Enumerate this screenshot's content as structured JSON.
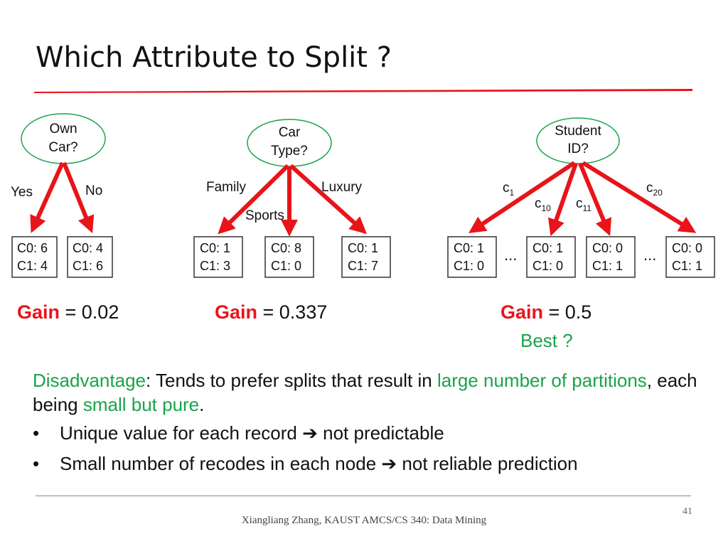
{
  "slide": {
    "title": "Which Attribute to Split ?",
    "page_number": "41",
    "footer": "Xiangliang Zhang, KAUST AMCS/CS 340: Data Mining"
  },
  "colors": {
    "accent_red": "#e8141a",
    "highlight_green": "#1aa34a",
    "node_border": "#1aa34a",
    "arrow_red": "#e8141a"
  },
  "trees": {
    "own_car": {
      "root": [
        "Own",
        "Car?"
      ],
      "branches": [
        "Yes",
        "No"
      ],
      "leaves": [
        {
          "c0": "C0: 6",
          "c1": "C1: 4"
        },
        {
          "c0": "C0: 4",
          "c1": "C1: 6"
        }
      ],
      "gain_label": "Gain",
      "gain_value": " = 0.02"
    },
    "car_type": {
      "root": [
        "Car",
        "Type?"
      ],
      "branches": [
        "Family",
        "Sports",
        "Luxury"
      ],
      "leaves": [
        {
          "c0": "C0: 1",
          "c1": "C1: 3"
        },
        {
          "c0": "C0: 8",
          "c1": "C1: 0"
        },
        {
          "c0": "C0: 1",
          "c1": "C1: 7"
        }
      ],
      "gain_label": "Gain",
      "gain_value": " = 0.337"
    },
    "student_id": {
      "root": [
        "Student",
        "ID?"
      ],
      "branches": [
        {
          "base": "c",
          "sub": "1"
        },
        {
          "base": "c",
          "sub": "10"
        },
        {
          "base": "c",
          "sub": "11"
        },
        {
          "base": "c",
          "sub": "20"
        }
      ],
      "leaves": [
        {
          "c0": "C0: 1",
          "c1": "C1: 0"
        },
        {
          "c0": "C0: 1",
          "c1": "C1: 0"
        },
        {
          "c0": "C0: 0",
          "c1": "C1: 1"
        },
        {
          "c0": "C0: 0",
          "c1": "C1: 1"
        }
      ],
      "ellipsis": "...",
      "gain_label": "Gain",
      "gain_value": " = 0.5",
      "best": "Best ?"
    }
  },
  "text": {
    "disadvantage_label": "Disadvantage",
    "disadvantage_rest1": ": Tends to prefer splits that result in ",
    "large_number": "large number of partitions",
    "disadvantage_rest2": ", each being ",
    "small_pure": "small but pure",
    "period": ".",
    "bullets": [
      {
        "dot": "•",
        "pre": "Unique value for each record ",
        "arrow": "➔",
        "post": " not predictable"
      },
      {
        "dot": "•",
        "pre": "Small number of recodes in each node ",
        "arrow": "➔",
        "post": " not reliable prediction"
      }
    ]
  }
}
